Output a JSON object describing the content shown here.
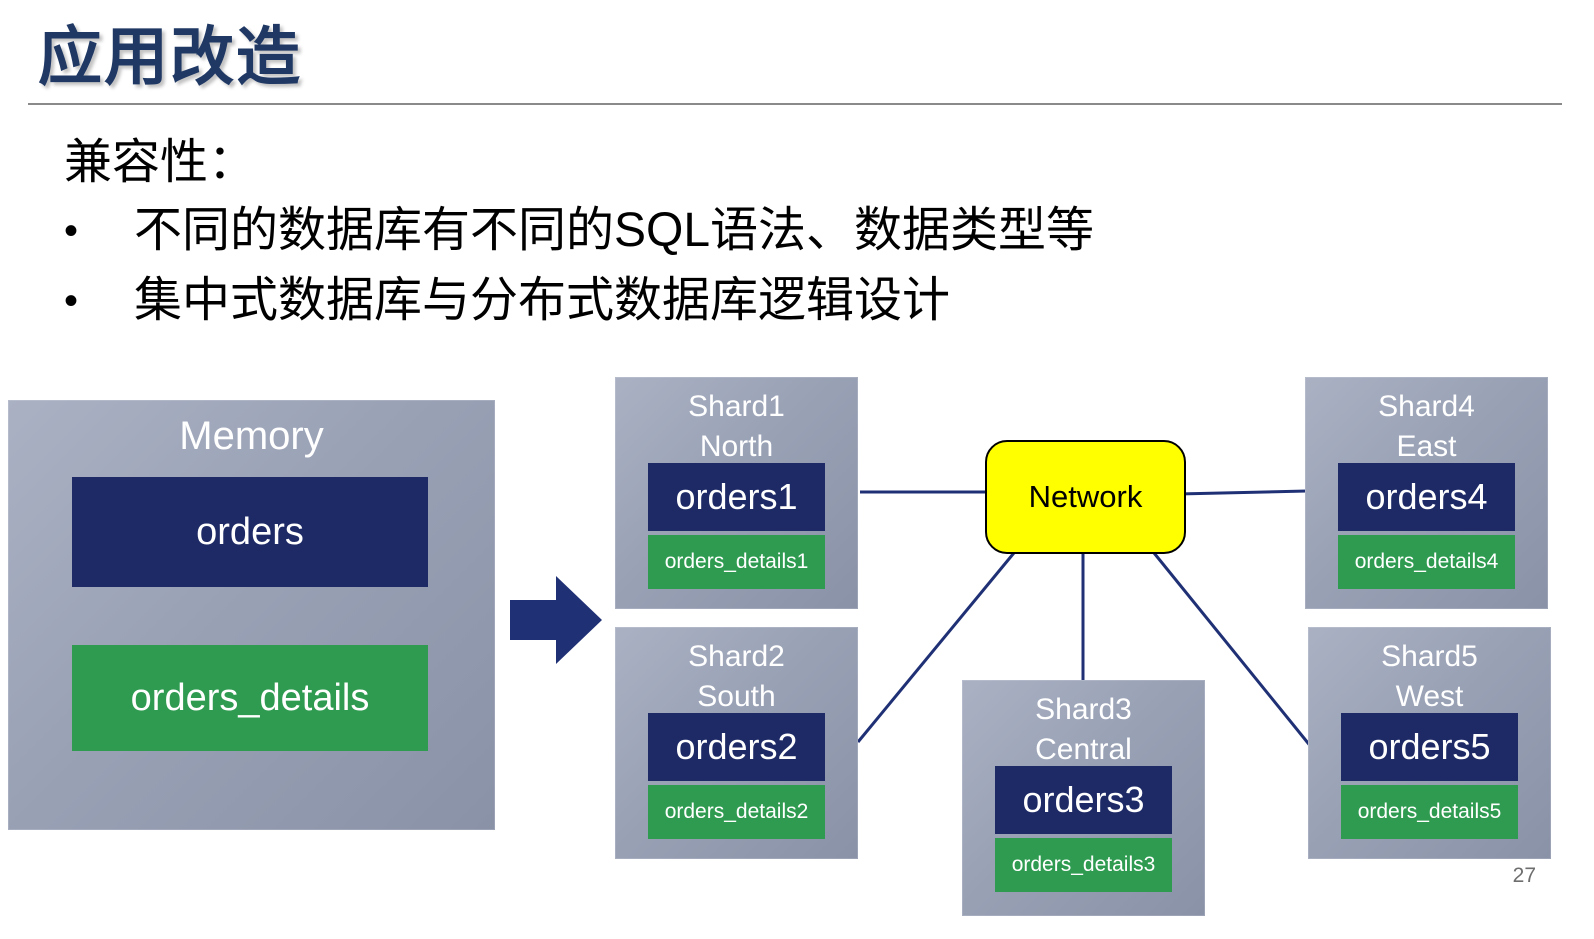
{
  "slide": {
    "title": "应用改造",
    "section_heading": "兼容性：",
    "bullets": [
      "不同的数据库有不同的SQL语法、数据类型等",
      "集中式数据库与分布式数据库逻辑设计"
    ],
    "bullet_marker": "•",
    "page_number": "27"
  },
  "diagram": {
    "memory": {
      "label": "Memory",
      "orders_table": "orders",
      "details_table": "orders_details"
    },
    "network": {
      "label": "Network"
    },
    "shards": [
      {
        "name": "Shard1",
        "region": "North",
        "orders": "orders1",
        "details": "orders_details1"
      },
      {
        "name": "Shard2",
        "region": "South",
        "orders": "orders2",
        "details": "orders_details2"
      },
      {
        "name": "Shard3",
        "region": "Central",
        "orders": "orders3",
        "details": "orders_details3"
      },
      {
        "name": "Shard4",
        "region": "East",
        "orders": "orders4",
        "details": "orders_details4"
      },
      {
        "name": "Shard5",
        "region": "West",
        "orders": "orders5",
        "details": "orders_details5"
      }
    ],
    "palette": {
      "title_navy": "#1F3864",
      "table_navy": "#1E2A66",
      "table_green": "#2F9B51",
      "panel_gray_blue": "#99A1B5",
      "network_yellow": "#FFFF00",
      "connector_navy": "#1F3075"
    }
  }
}
